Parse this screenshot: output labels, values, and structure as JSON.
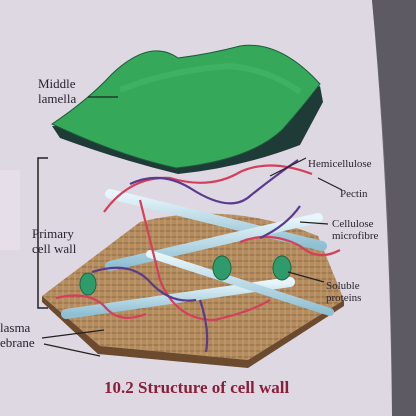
{
  "labels": {
    "middle_lamella": [
      "Middle",
      "lamella"
    ],
    "hemicellulose": "Hemicellulose",
    "pectin": "Pectin",
    "cellulose_microfibre": [
      "Cellulose",
      "microfibre"
    ],
    "primary_cell_wall": [
      "Primary",
      "cell wall"
    ],
    "soluble_proteins": [
      "Soluble",
      "proteins"
    ],
    "plasma_membrane": [
      "lasma",
      "ebrane"
    ]
  },
  "caption": "10.2 Structure of cell wall",
  "colors": {
    "page": "#ded9e2",
    "lamella_green": "#2fa05a",
    "lamella_edge": "#1c3a35",
    "membrane_tan": "#b08a5e",
    "fibre_blue": "#bfe0ee",
    "pectin_red": "#d0405a",
    "hemicellulose_purple": "#5a3a8a",
    "protein_green": "#2f9a6a",
    "caption_maroon": "#8a1f3a"
  }
}
